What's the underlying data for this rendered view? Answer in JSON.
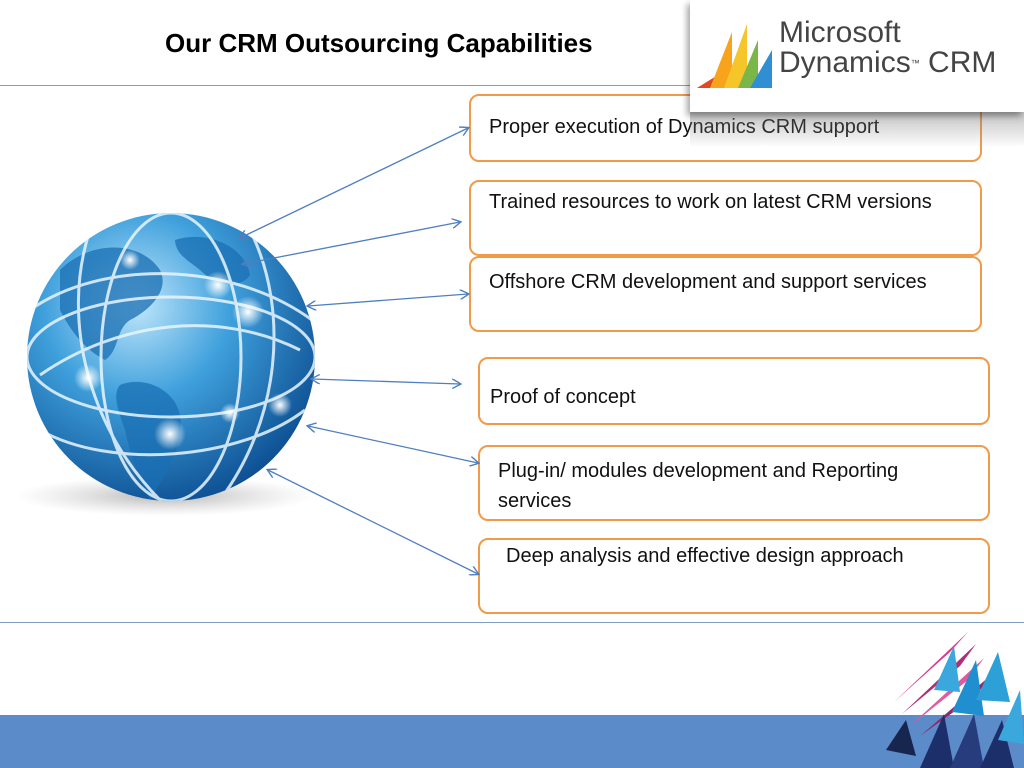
{
  "slide": {
    "title": "Our CRM Outsourcing Capabilities"
  },
  "logo": {
    "line1": "Microsoft",
    "line2": "Dynamics",
    "tm": "™",
    "line2_suffix": "CRM"
  },
  "capabilities": [
    {
      "text": "Proper execution of Dynamics CRM support"
    },
    {
      "text": "Trained resources to work on latest CRM versions"
    },
    {
      "text": "Offshore CRM development and support services"
    },
    {
      "text": "Proof of concept"
    },
    {
      "text": "Plug-in/ modules development and Reporting services"
    },
    {
      "text": "Deep analysis and effective design approach"
    }
  ],
  "colors": {
    "box_border": "#f09a4a",
    "arrow": "#4f7fc0",
    "rule": "#7f9fc8",
    "footer": "#5b8bc8"
  },
  "icons": [
    "globe-icon",
    "microsoft-dynamics-logo-icon",
    "triangle-pattern-icon"
  ]
}
